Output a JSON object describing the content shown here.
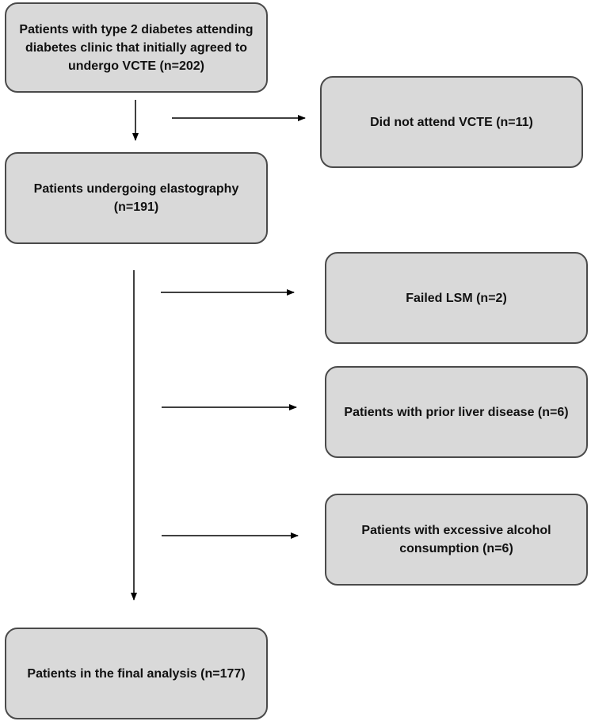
{
  "flowchart": {
    "boxes": {
      "initial": "Patients with type 2 diabetes attending diabetes clinic that initially agreed to undergo VCTE (n=202)",
      "not_attend": "Did not attend VCTE (n=11)",
      "elastography": "Patients undergoing elastography (n=191)",
      "failed_lsm": "Failed LSM (n=2)",
      "prior_liver": "Patients with prior liver disease (n=6)",
      "alcohol": "Patients with excessive alcohol consumption (n=6)",
      "final": "Patients in the final analysis (n=177)"
    },
    "colors": {
      "box_fill": "#d9d9d9",
      "box_border": "#4a4a4a",
      "arrow": "#000000"
    }
  }
}
